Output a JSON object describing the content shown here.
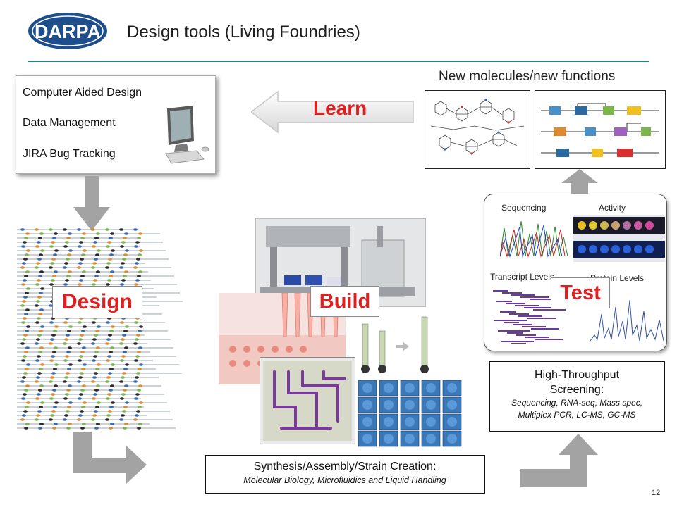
{
  "header": {
    "logo_text": "DARPA",
    "title": "Design tools (Living Foundries)"
  },
  "tools_box": {
    "items": [
      "Computer Aided Design",
      "Data Management",
      "JIRA Bug Tracking"
    ]
  },
  "learn": {
    "label": "Learn"
  },
  "new_molecules": {
    "label": "New molecules/new functions"
  },
  "design": {
    "label": "Design"
  },
  "build": {
    "label": "Build"
  },
  "test": {
    "label": "Test",
    "panel_labels": [
      "Sequencing",
      "Activity",
      "Transcript Levels",
      "Protein Levels"
    ]
  },
  "hts_box": {
    "title_line1": "High-Throughput",
    "title_line2": "Screening:",
    "sub_line1": "Sequencing, RNA-seq, Mass spec,",
    "sub_line2": "Multiplex PCR, LC-MS, GC-MS"
  },
  "synthesis_box": {
    "title": "Synthesis/Assembly/Strain Creation:",
    "subtitle": "Molecular Biology, Microfluidics and Liquid Handling"
  },
  "page": {
    "number": "12"
  },
  "colors": {
    "accent_red": "#e02020",
    "rule_teal": "#2b8080",
    "logo_blue": "#1f4e8c",
    "arrow_gray": "#a3a3a3"
  }
}
